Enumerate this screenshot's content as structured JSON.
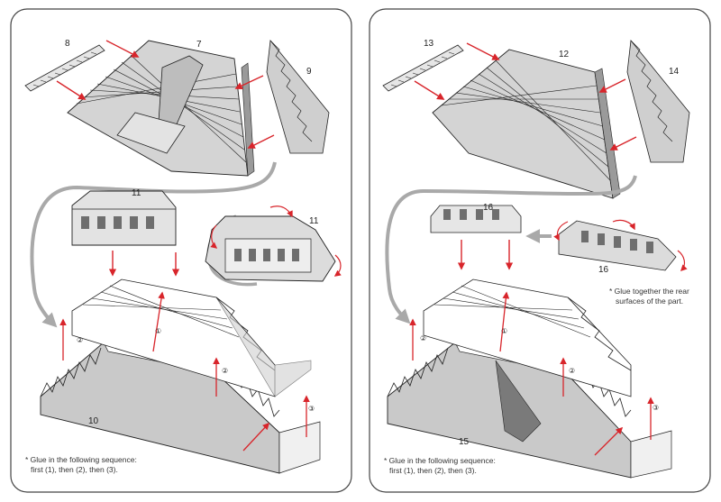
{
  "panels": [
    {
      "labels": {
        "p8": "8",
        "p7": "7",
        "p9": "9",
        "p11a": "11",
        "p11b": "11",
        "p10": "10"
      },
      "steps": {
        "s1": "①",
        "s2a": "②",
        "s2b": "②",
        "s3": "③"
      },
      "note": [
        "* Glue in the following sequence:",
        "first (1), then (2), then (3)."
      ]
    },
    {
      "labels": {
        "p13": "13",
        "p12": "12",
        "p14": "14",
        "p16a": "16",
        "p16b": "16",
        "p15": "15"
      },
      "steps": {
        "s1": "①",
        "s2a": "②",
        "s2b": "②",
        "s3": "③"
      },
      "note_glue": [
        "* Glue together the rear",
        "surfaces of the part."
      ],
      "note": [
        "* Glue in the following sequence:",
        "first (1), then (2), then (3)."
      ]
    }
  ],
  "colors": {
    "arrow": "#d8252b",
    "flow": "#a9a9a9",
    "face": "#cfcfcf",
    "face_dark": "#8c8c8c",
    "line": "#222222",
    "teal": "#5a9aa0"
  }
}
